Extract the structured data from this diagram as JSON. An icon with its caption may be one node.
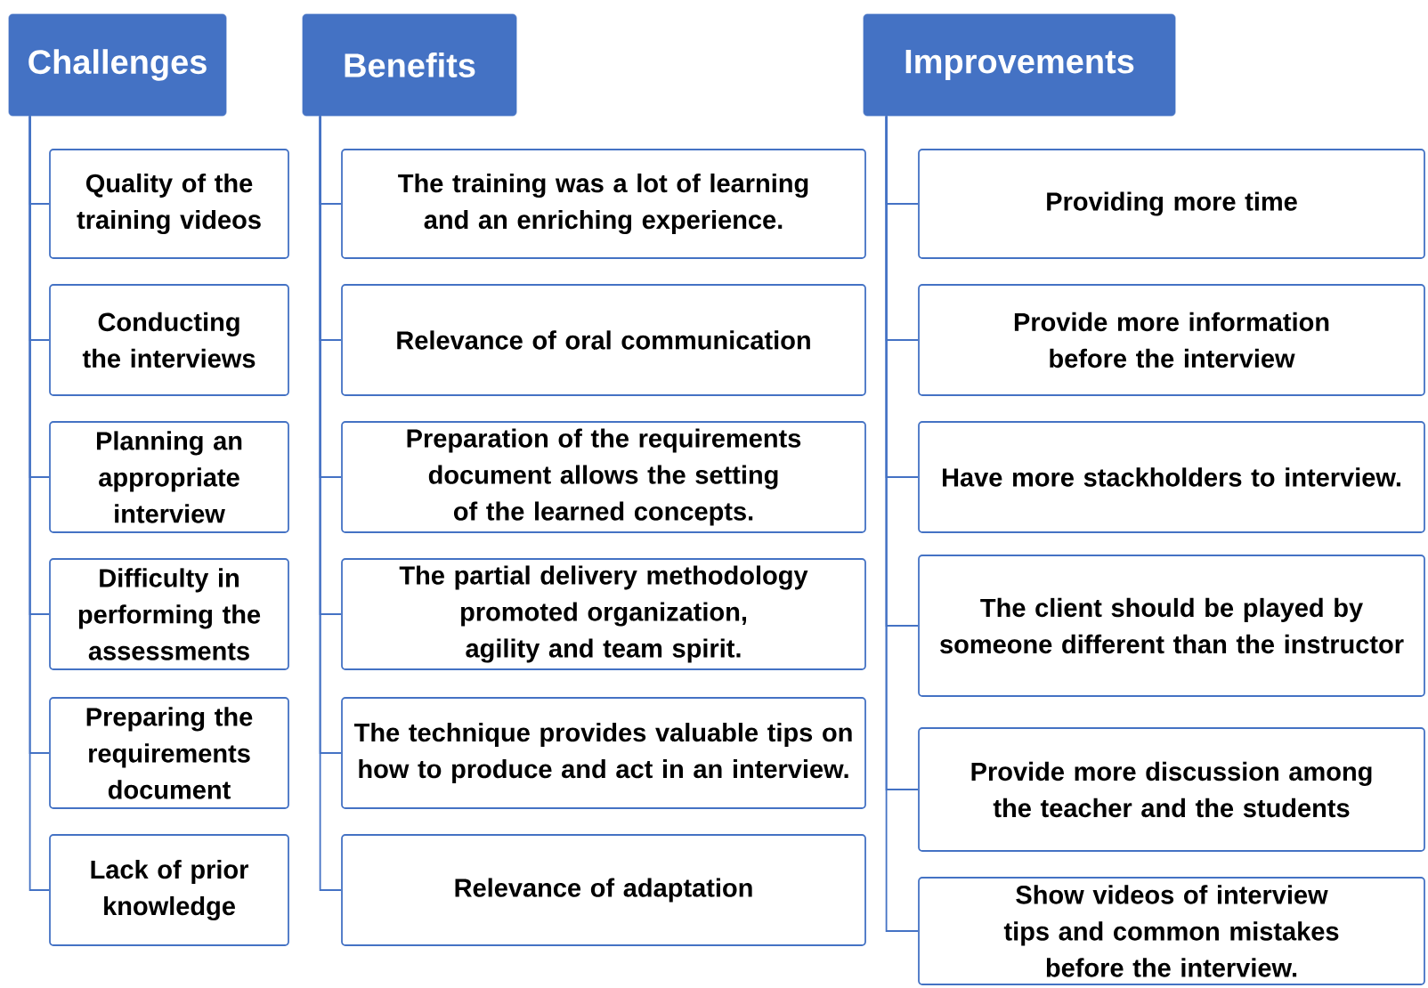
{
  "diagram": {
    "nodes": [
      {
        "text": [
          "Challenges"
        ]
      },
      {
        "text": [
          "Quality of the training videos"
        ]
      },
      {
        "text": [
          "Conducting the interviews"
        ]
      },
      {
        "text": [
          "Planning an appropriate interview"
        ]
      },
      {
        "text": [
          "Difficulty in performing the assessments"
        ]
      },
      {
        "text": [
          "Preparing the requirements document"
        ]
      },
      {
        "text": [
          "Lack of prior knowledge"
        ]
      },
      {
        "text": [
          "Benefits"
        ]
      },
      {
        "text": [
          "The training was a lot of learning and an enriching experience."
        ]
      },
      {
        "text": [
          "Relevance of oral communication"
        ]
      },
      {
        "text": [
          "Preparation of the requirements document allows the setting of the learned concepts."
        ]
      },
      {
        "text": [
          "The partial delivery methodology promoted organization, agility and team spirit."
        ]
      },
      {
        "text": [
          "The technique provides valuable tips on how to produce and act in an interview."
        ]
      },
      {
        "text": [
          "Relevance of adaptation"
        ]
      },
      {
        "text": [
          "Improvements"
        ]
      },
      {
        "text": [
          "Providing more time"
        ]
      },
      {
        "text": [
          "Provide more information before the interview"
        ]
      },
      {
        "text": [
          "Have more stackholders to interview."
        ]
      },
      {
        "text": [
          "The client should be played by someone different than the instructor"
        ]
      },
      {
        "text": [
          "Provide more discussion among the teacher and the students"
        ]
      },
      {
        "text": [
          "Show videos of interview tips and common mistakes before the interview."
        ]
      }
    ],
    "edges": [
      {
        "from": 0,
        "to": 1,
        "arrow": "none"
      },
      {
        "from": 0,
        "to": 2,
        "arrow": "none"
      },
      {
        "from": 0,
        "to": 3,
        "arrow": "none"
      },
      {
        "from": 0,
        "to": 4,
        "arrow": "none"
      },
      {
        "from": 0,
        "to": 5,
        "arrow": "none"
      },
      {
        "from": 0,
        "to": 6,
        "arrow": "none"
      },
      {
        "from": 7,
        "to": 8,
        "arrow": "none"
      },
      {
        "from": 7,
        "to": 9,
        "arrow": "none"
      },
      {
        "from": 7,
        "to": 10,
        "arrow": "none"
      },
      {
        "from": 7,
        "to": 11,
        "arrow": "none"
      },
      {
        "from": 7,
        "to": 12,
        "arrow": "none"
      },
      {
        "from": 7,
        "to": 13,
        "arrow": "none"
      },
      {
        "from": 14,
        "to": 15,
        "arrow": "none"
      },
      {
        "from": 14,
        "to": 16,
        "arrow": "none"
      },
      {
        "from": 14,
        "to": 17,
        "arrow": "none"
      },
      {
        "from": 14,
        "to": 18,
        "arrow": "none"
      },
      {
        "from": 14,
        "to": 19,
        "arrow": "none"
      },
      {
        "from": 14,
        "to": 20,
        "arrow": "none"
      }
    ]
  }
}
